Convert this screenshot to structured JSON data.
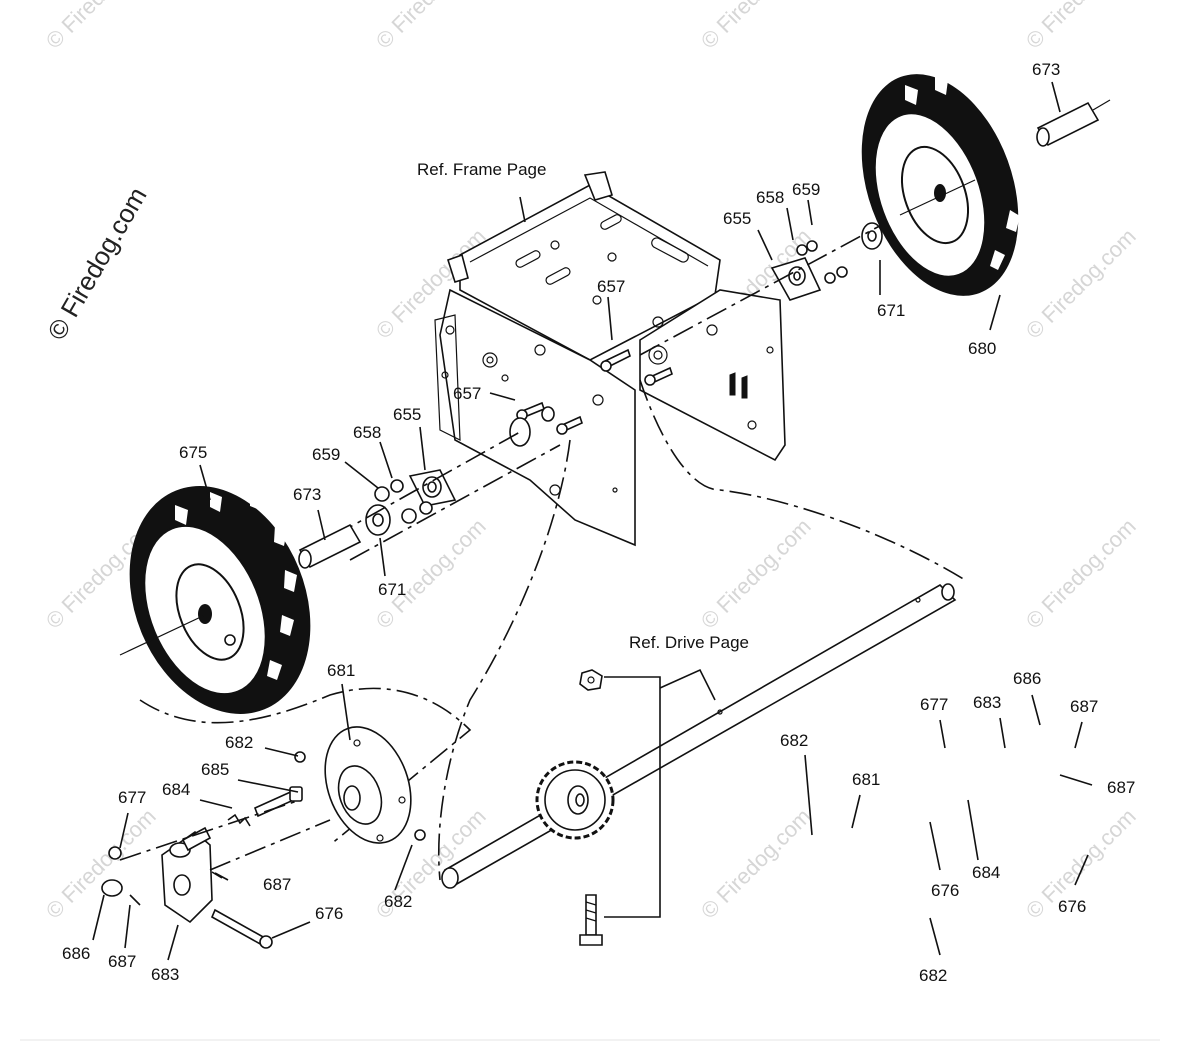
{
  "watermark": {
    "side_text": "© Firedog.com",
    "tile_text": "© Firedog.com"
  },
  "references": {
    "frame": "Ref. Frame Page",
    "drive": "Ref. Drive Page"
  },
  "callouts": {
    "c673_top": "673",
    "c658_r": "658",
    "c659_r": "659",
    "c655_r": "655",
    "c671_r": "671",
    "c680": "680",
    "c657_top": "657",
    "c657_mid": "657",
    "c655_l": "655",
    "c658_l": "658",
    "c659_l": "659",
    "c675": "675",
    "c673_l": "673",
    "c671_l": "671",
    "c681_main": "681",
    "c682_a": "682",
    "c685": "685",
    "c684_main": "684",
    "c677_main": "677",
    "c687_a": "687",
    "c682_b": "682",
    "c676_main": "676",
    "c686_main": "686",
    "c687_b": "687",
    "c683_main": "683",
    "c686_r": "686",
    "c677_r": "677",
    "c683_r": "683",
    "c687_r1": "687",
    "c682_r": "682",
    "c681_r": "681",
    "c687_r2": "687",
    "c684_r": "684",
    "c676_r1": "676",
    "c676_r2": "676",
    "c682_r2": "682"
  }
}
